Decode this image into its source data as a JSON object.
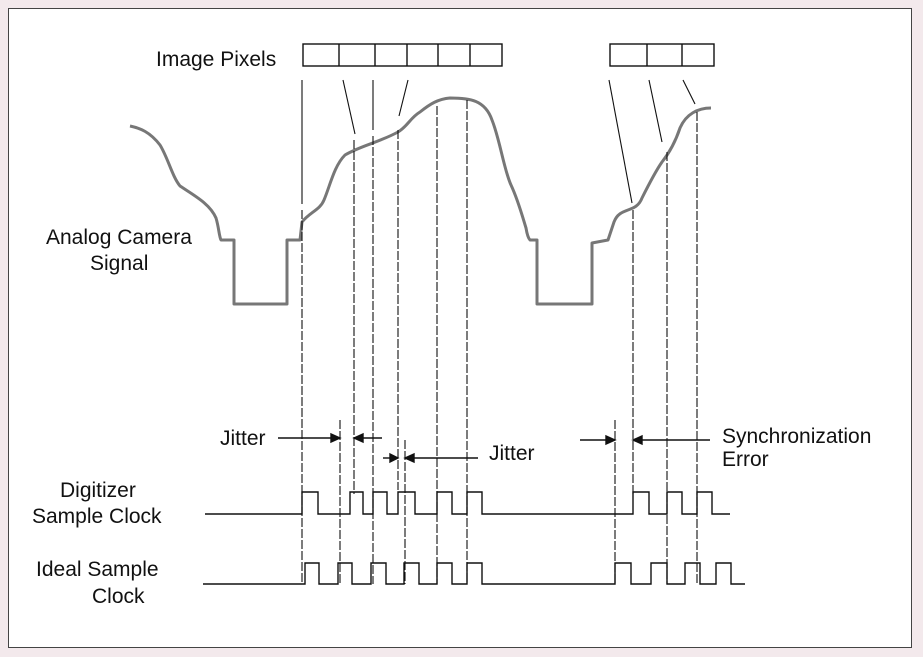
{
  "labels": {
    "image_pixels": "Image Pixels",
    "analog_line1": "Analog Camera",
    "analog_line2": "Signal",
    "jitter_left": "Jitter",
    "jitter_right": "Jitter",
    "sync_line1": "Synchronization",
    "sync_line2": "Error",
    "digitizer_line1": "Digitizer",
    "digitizer_line2": "Sample Clock",
    "ideal_line1": "Ideal Sample",
    "ideal_line2": "Clock"
  },
  "colors": {
    "page_background": "#f3e9ec",
    "panel_background": "#ffffff",
    "signal_stroke": "#777777",
    "line_stroke": "#111111"
  }
}
